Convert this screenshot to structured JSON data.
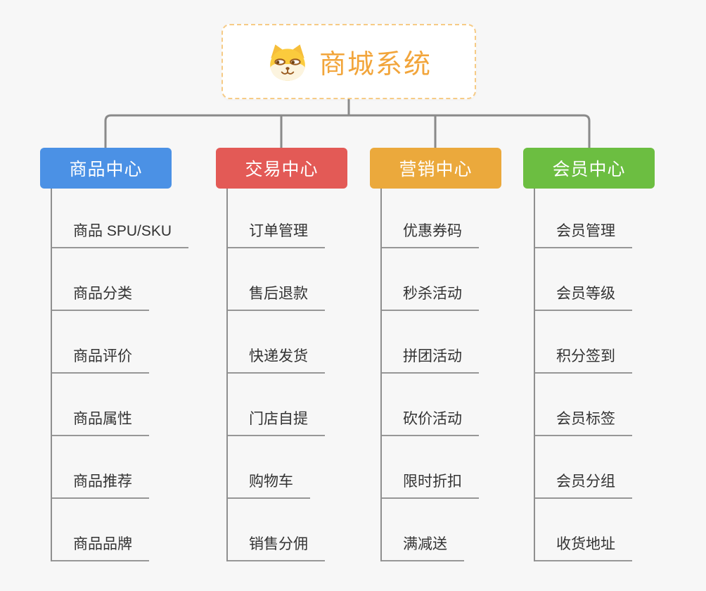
{
  "root": {
    "label": "商城系统",
    "icon": "shiba-dog-icon",
    "text_color": "#f2a53b",
    "border_color": "#f6cb86"
  },
  "branches": [
    {
      "label": "商品中心",
      "color": "#4b91e5",
      "items": [
        "商品 SPU/SKU",
        "商品分类",
        "商品评价",
        "商品属性",
        "商品推荐",
        "商品品牌"
      ]
    },
    {
      "label": "交易中心",
      "color": "#e35a56",
      "items": [
        "订单管理",
        "售后退款",
        "快递发货",
        "门店自提",
        "购物车",
        "销售分佣"
      ]
    },
    {
      "label": "营销中心",
      "color": "#eba93c",
      "items": [
        "优惠券码",
        "秒杀活动",
        "拼团活动",
        "砍价活动",
        "限时折扣",
        "满减送"
      ]
    },
    {
      "label": "会员中心",
      "color": "#6cbe41",
      "items": [
        "会员管理",
        "会员等级",
        "积分签到",
        "会员标签",
        "会员分组",
        "收货地址"
      ]
    }
  ],
  "connector_color": "#8a8a8a"
}
